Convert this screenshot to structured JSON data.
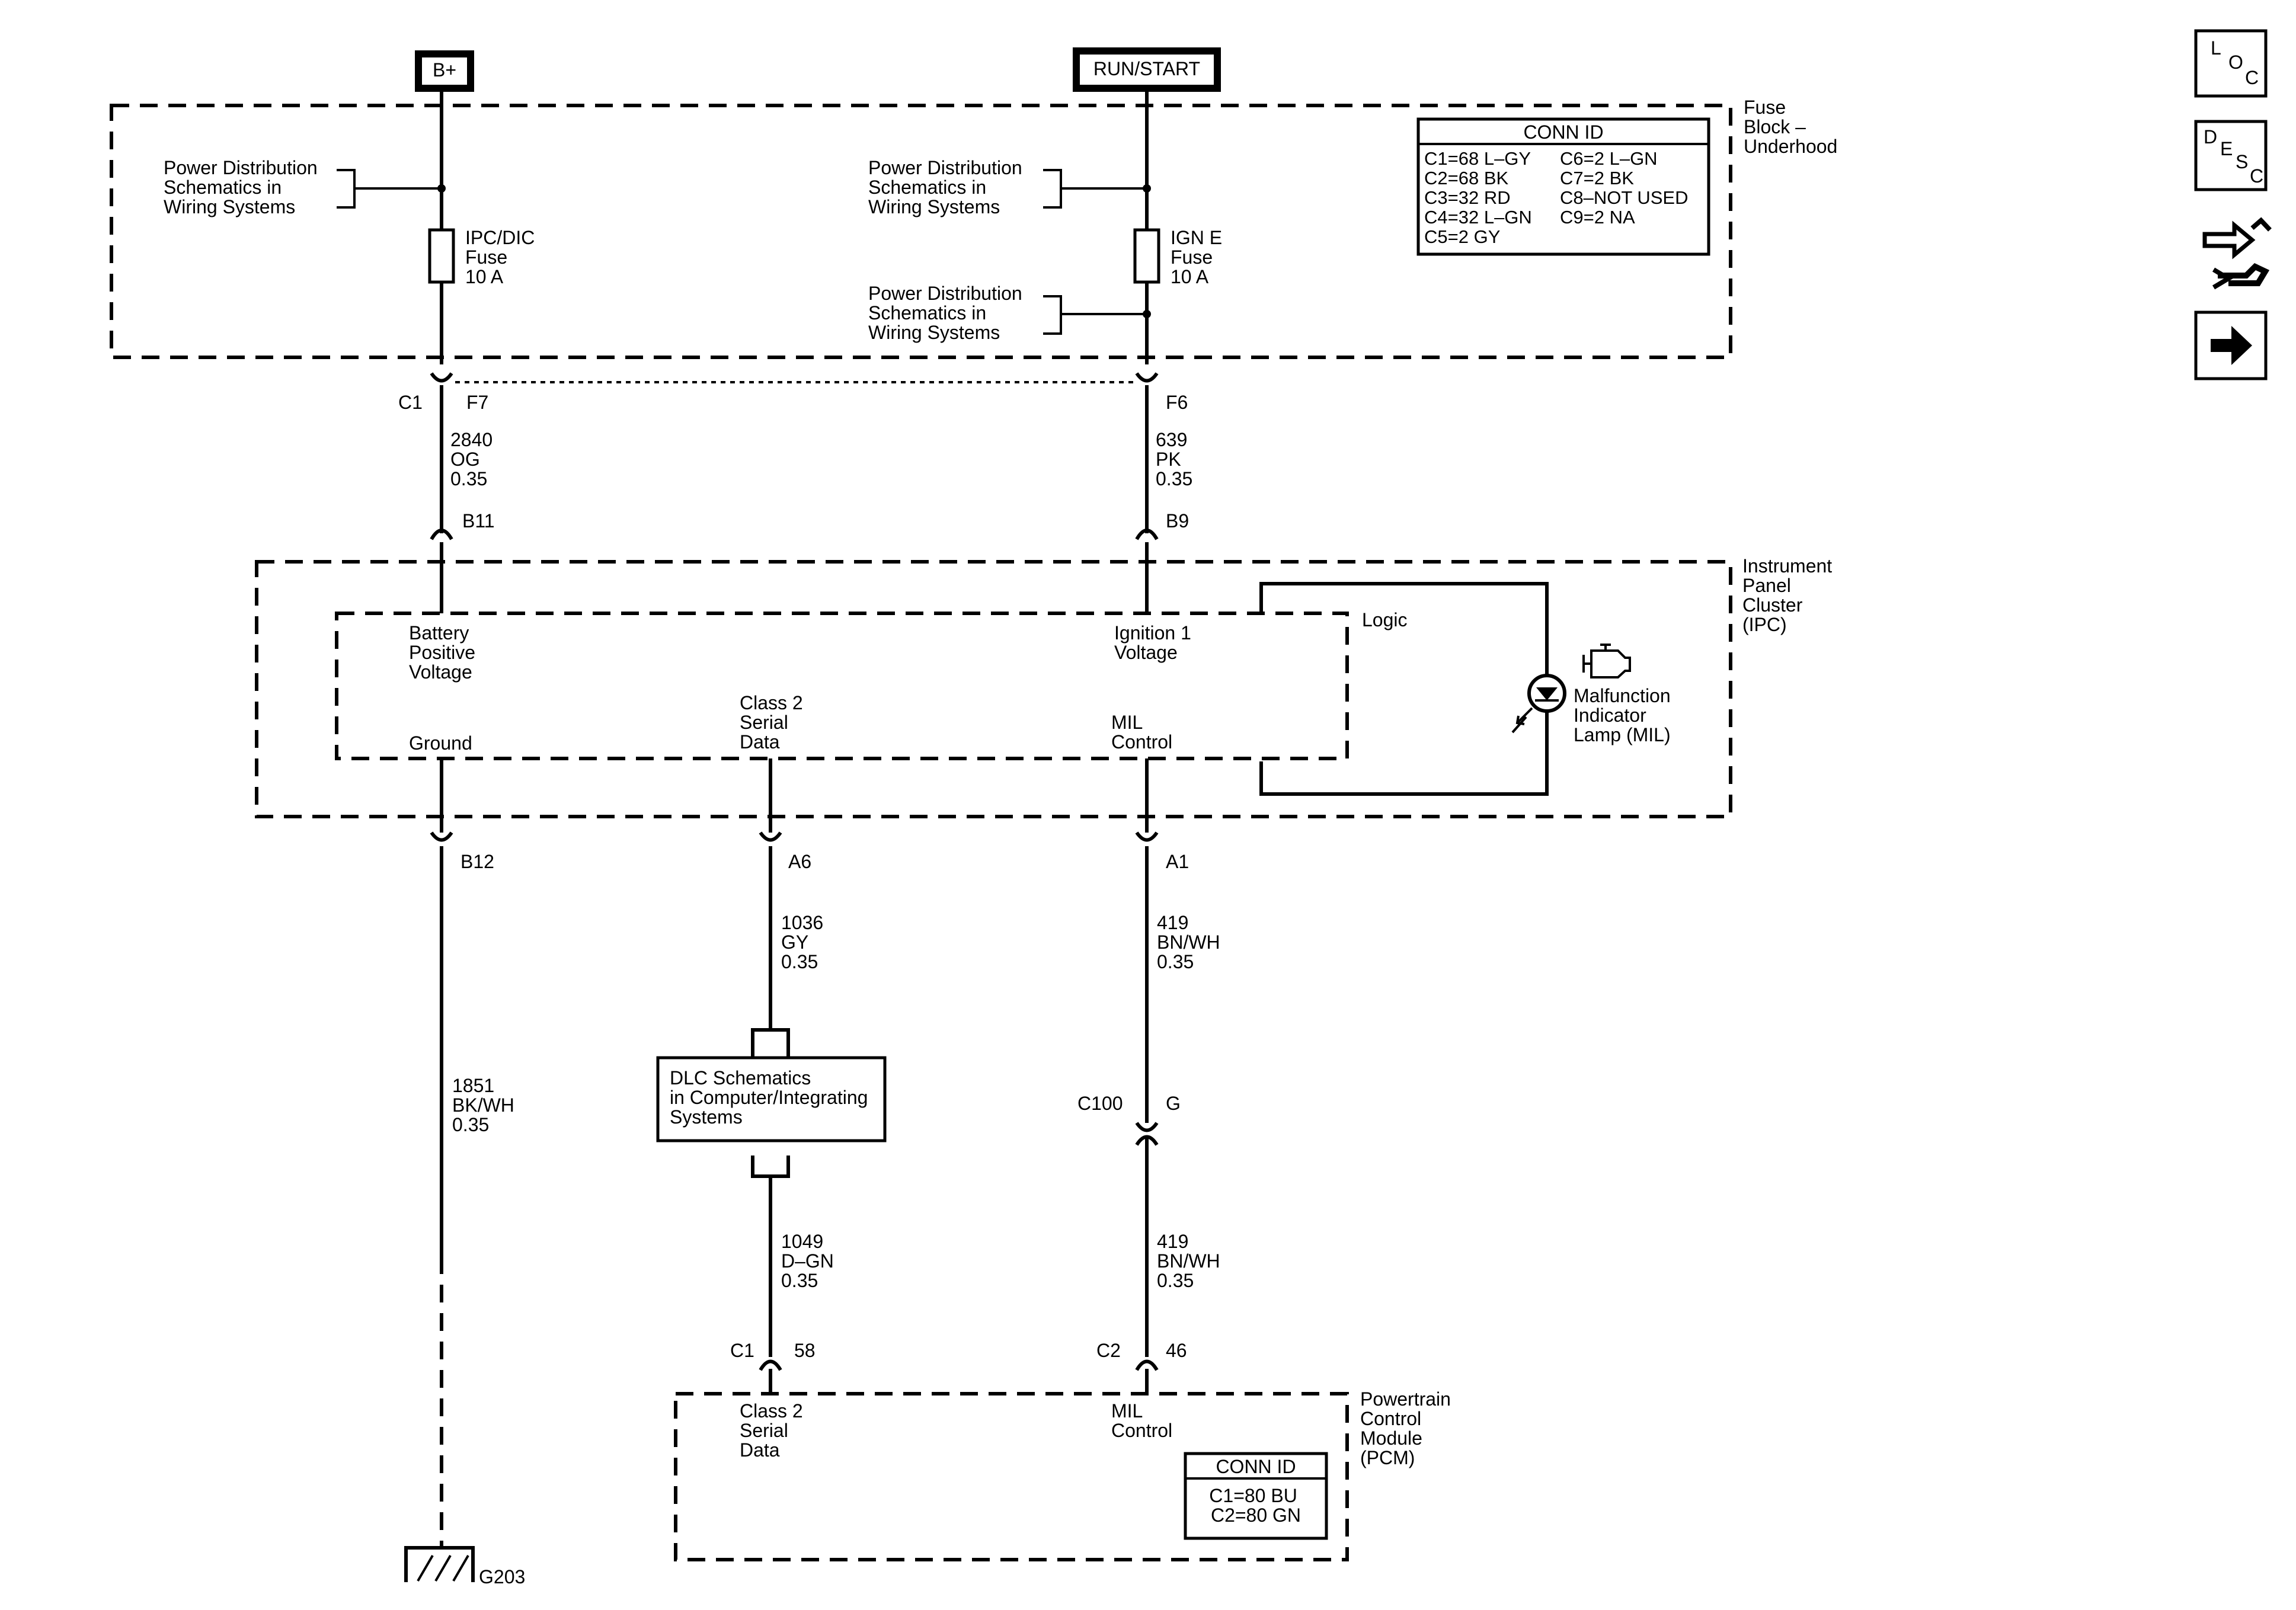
{
  "sources": {
    "bplus": "B+",
    "runstart": "RUN/START"
  },
  "fuse_block": {
    "title_lines": [
      "Fuse",
      "Block –",
      "Underhood"
    ],
    "power_dist_lines": [
      "Power Distribution",
      "Schematics in",
      "Wiring Systems"
    ],
    "ipc_fuse_lines": [
      "IPC/DIC",
      "Fuse",
      "10 A"
    ],
    "ign_fuse_lines": [
      "IGN E",
      "Fuse",
      "10 A"
    ],
    "conn_id_title": "CONN ID",
    "conn_id_left": [
      "C1=68 L–GY",
      "C2=68 BK",
      "C3=32 RD",
      "C4=32 L–GN",
      "C5=2 GY"
    ],
    "conn_id_right": [
      "C6=2 L–GN",
      "C7=2 BK",
      "C8–NOT USED",
      "C9=2 NA"
    ]
  },
  "connectors": {
    "c1": "C1",
    "f7": "F7",
    "f6": "F6",
    "b11": "B11",
    "b9": "B9",
    "b12": "B12",
    "a6": "A6",
    "a1": "A1",
    "c100": "C100",
    "g": "G",
    "c1_pcm": "C1",
    "pin58": "58",
    "c2_pcm": "C2",
    "pin46": "46",
    "g203": "G203"
  },
  "wires": {
    "w2840": [
      "2840",
      "OG",
      "0.35"
    ],
    "w639": [
      "639",
      "PK",
      "0.35"
    ],
    "w1036": [
      "1036",
      "GY",
      "0.35"
    ],
    "w419a": [
      "419",
      "BN/WH",
      "0.35"
    ],
    "w1851": [
      "1851",
      "BK/WH",
      "0.35"
    ],
    "w1049": [
      "1049",
      "D–GN",
      "0.35"
    ],
    "w419b": [
      "419",
      "BN/WH",
      "0.35"
    ]
  },
  "ipc": {
    "title_lines": [
      "Instrument",
      "Panel",
      "Cluster",
      "(IPC)"
    ],
    "logic": "Logic",
    "battery_lines": [
      "Battery",
      "Positive",
      "Voltage"
    ],
    "ignition_lines": [
      "Ignition 1",
      "Voltage"
    ],
    "ground": "Ground",
    "class2_lines": [
      "Class 2",
      "Serial",
      "Data"
    ],
    "mil_control_lines": [
      "MIL",
      "Control"
    ],
    "mil_lamp_lines": [
      "Malfunction",
      "Indicator",
      "Lamp (MIL)"
    ]
  },
  "dlc": {
    "lines": [
      "DLC Schematics",
      "in Computer/Integrating",
      "Systems"
    ]
  },
  "pcm": {
    "title_lines": [
      "Powertrain",
      "Control",
      "Module",
      "(PCM)"
    ],
    "class2_lines": [
      "Class 2",
      "Serial",
      "Data"
    ],
    "mil_control_lines": [
      "MIL",
      "Control"
    ],
    "conn_id_title": "CONN ID",
    "conn_id_lines": [
      "C1=80 BU",
      "C2=80 GN"
    ]
  },
  "nav": {
    "loc": [
      "L",
      "O",
      "C"
    ],
    "desc": [
      "D",
      "E",
      "S",
      "C"
    ]
  }
}
